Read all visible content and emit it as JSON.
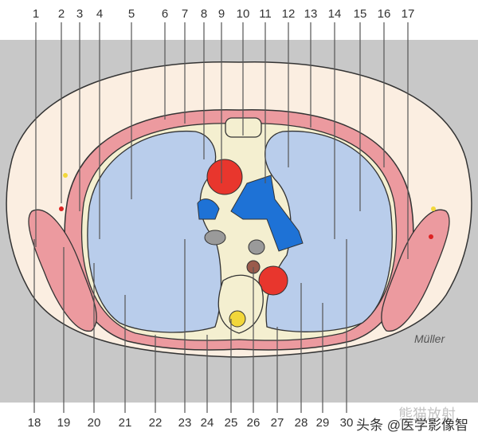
{
  "labels_top": [
    "1",
    "2",
    "3",
    "4",
    "5",
    "6",
    "7",
    "8",
    "9",
    "10",
    "11",
    "12",
    "13",
    "14",
    "15",
    "16",
    "17"
  ],
  "labels_bottom": [
    "18",
    "19",
    "20",
    "21",
    "22",
    "23",
    "24",
    "25",
    "26",
    "27",
    "28",
    "29",
    "30"
  ],
  "watermark": {
    "main": "头条 @医学影像智库",
    "faint": "熊猫放射"
  },
  "signature": "Müller",
  "colors": {
    "background_band": "#c8c8c8",
    "skin": "#fbeee1",
    "muscle": "#ec9a9f",
    "lung": "#b9cdeb",
    "bone": "#f4efd0",
    "artery": "#e8362d",
    "vein": "#1e72d6",
    "outline": "#333333"
  }
}
